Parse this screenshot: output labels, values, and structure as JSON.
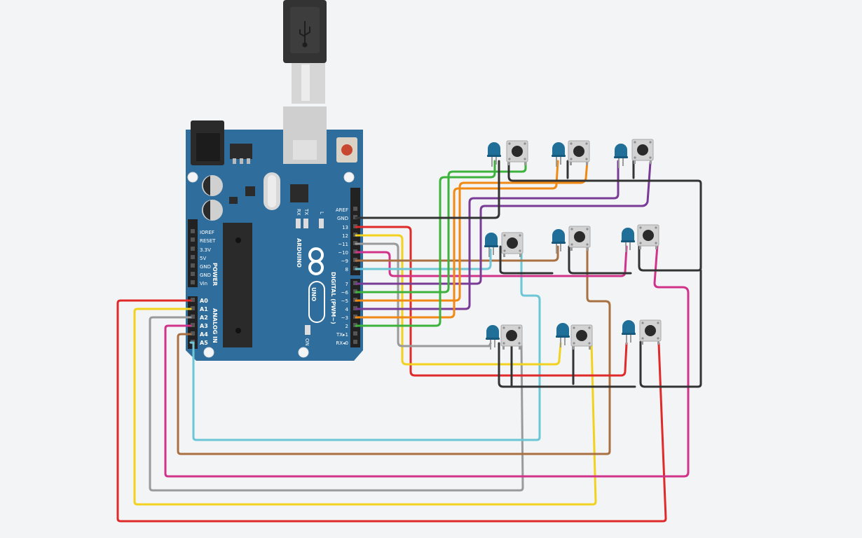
{
  "board": {
    "brand": "ARDUINO",
    "model": "UNO",
    "digital_header": "DIGITAL (PWM~)",
    "power_header": "POWER",
    "analog_header": "ANALOG IN",
    "on_label": "ON",
    "tx_label": "TX",
    "rx_label": "RX",
    "l_label": "L",
    "digital_pins": [
      "AREF",
      "GND",
      "13",
      "12",
      "~11",
      "~10",
      "~9",
      "8",
      "7",
      "~6",
      "~5",
      "4",
      "~3",
      "2",
      "TX▸1",
      "RX◂0"
    ],
    "power_pins": [
      "IOREF",
      "RESET",
      "3.3V",
      "5V",
      "GND",
      "GND",
      "Vin"
    ],
    "analog_pins": [
      "A0",
      "A1",
      "A2",
      "A3",
      "A4",
      "A5"
    ]
  },
  "components": {
    "led_count": 9,
    "button_count": 9,
    "led_color": "#1f6f99",
    "board_color": "#2f6d9c"
  },
  "wire_colors": {
    "red": "#e02a2a",
    "yellow": "#f2d21e",
    "gray": "#9a9a9a",
    "magenta": "#d1338a",
    "brown": "#a97142",
    "cyan": "#6cc6d6",
    "green": "#3db33d",
    "orange": "#f08a14",
    "purple": "#7a3b96",
    "black": "#333333"
  }
}
